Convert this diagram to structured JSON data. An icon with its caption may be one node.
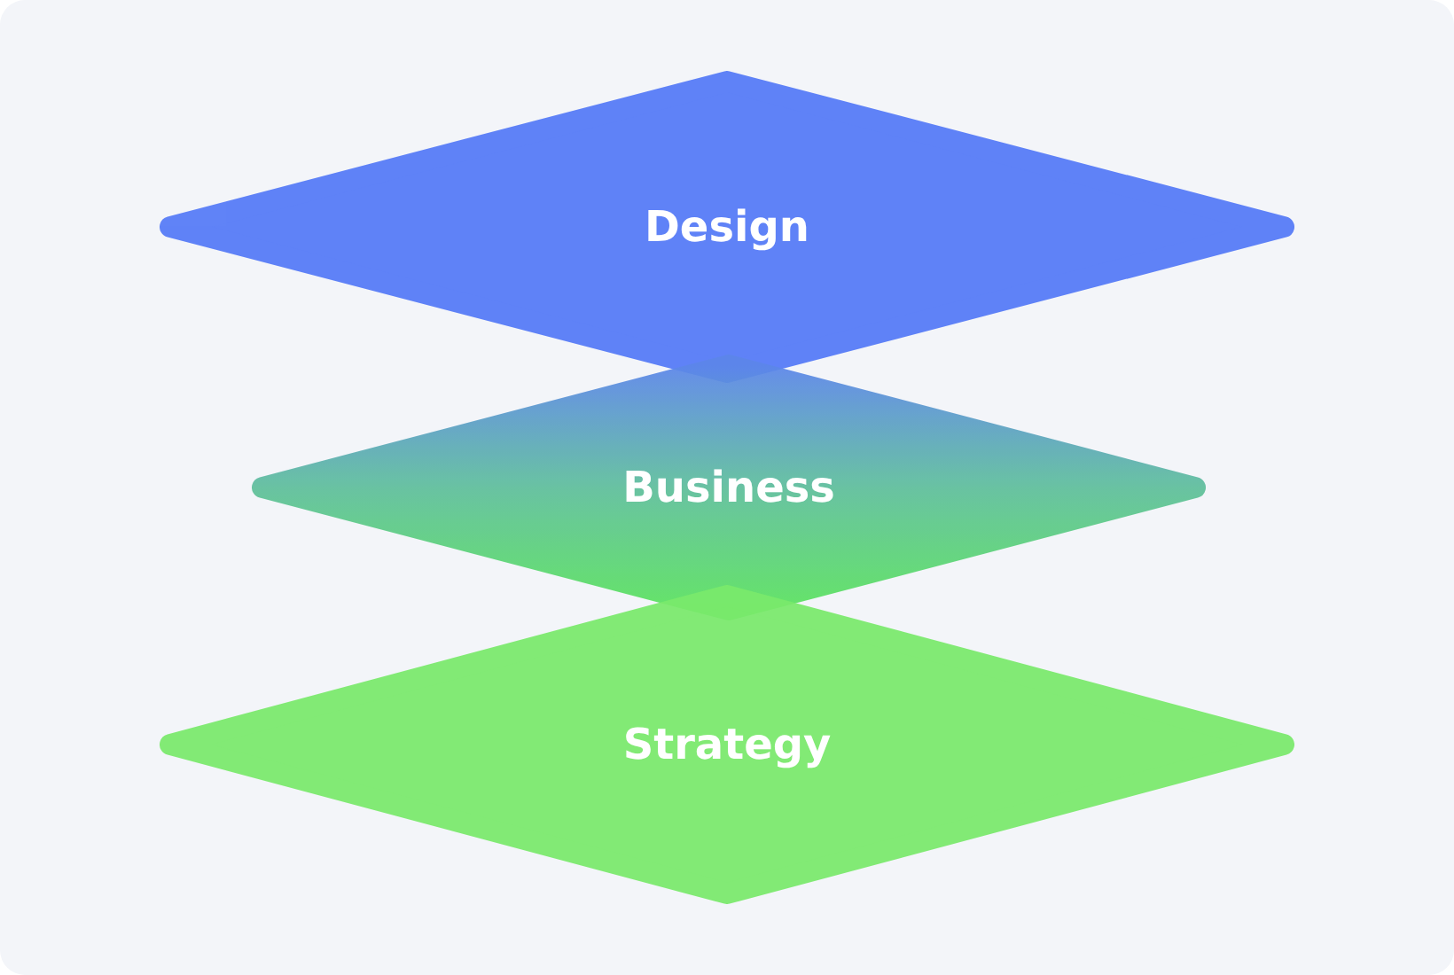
{
  "diagram": {
    "nodes": [
      {
        "text": [
          "Design"
        ]
      },
      {
        "text": [
          "Business"
        ]
      },
      {
        "text": [
          "Strategy"
        ]
      }
    ]
  }
}
